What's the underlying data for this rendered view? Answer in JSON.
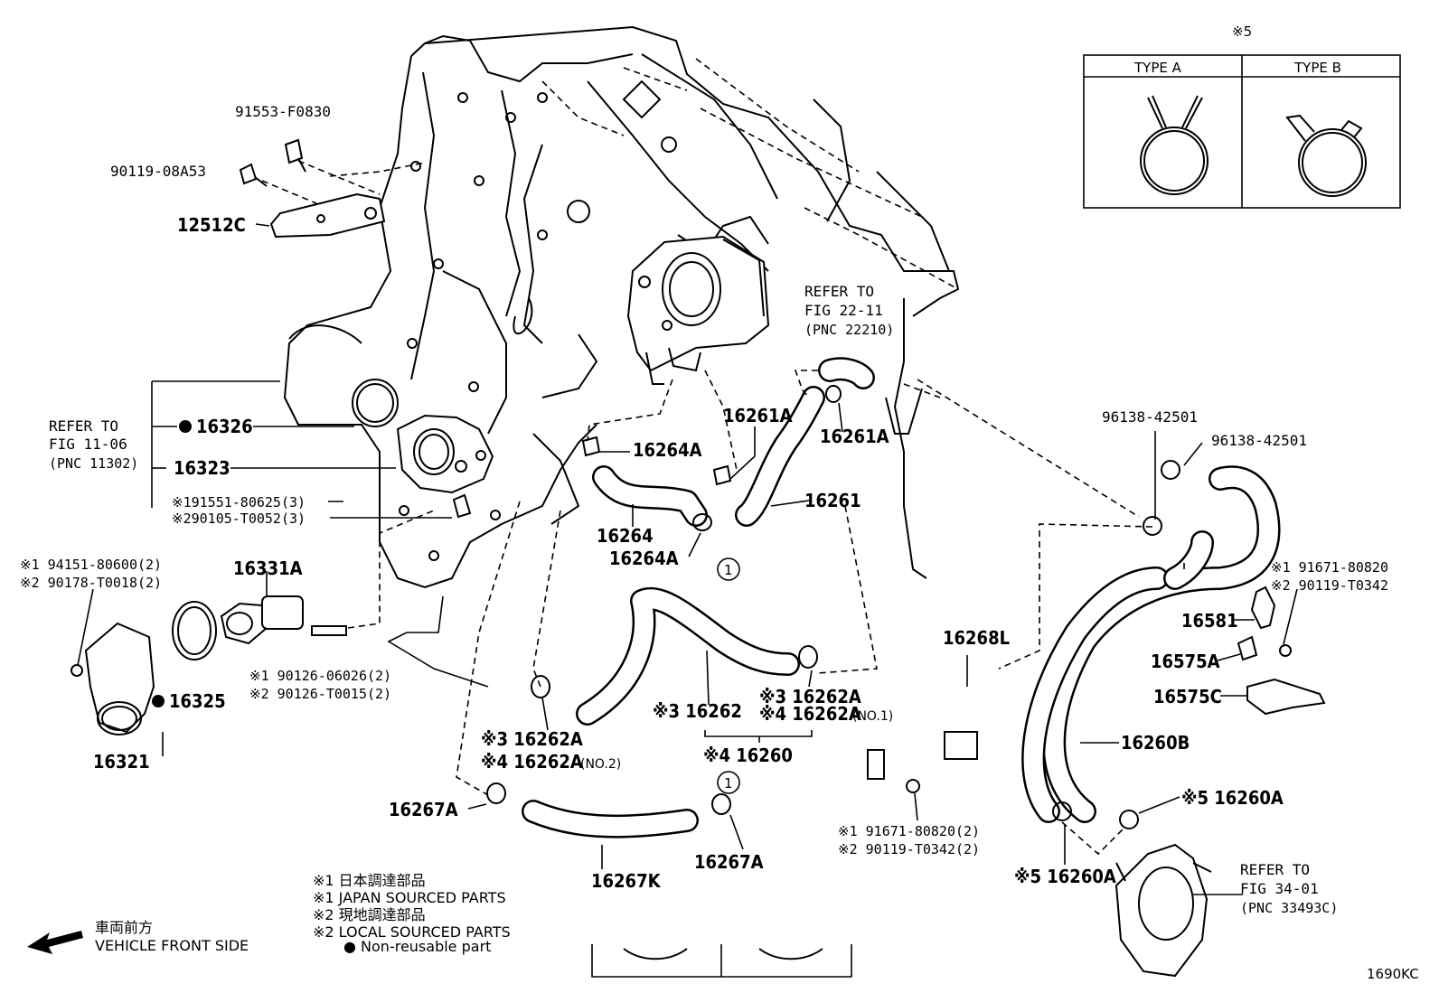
{
  "type_box": {
    "marker": "※5",
    "type_a": "TYPE A",
    "type_b": "TYPE B"
  },
  "refs": {
    "throttle": [
      "REFER TO",
      "FIG 22-11",
      "(PNC 22210)"
    ],
    "timing_cover": [
      "REFER TO",
      "FIG 11-06",
      "(PNC 11302)"
    ],
    "pump": [
      "REFER TO",
      "FIG 34-01",
      "(PNC 33493C)"
    ]
  },
  "labels": {
    "l91553": "91553-F0830",
    "l90119_08a53": "90119-08A53",
    "l12512c": "12512C",
    "l16326": "16326",
    "l16323": "16323",
    "l91551": "※191551-80625(3)",
    "l90105": "※290105-T0052(3)",
    "l94151": "※1 94151-80600(2)",
    "l90178": "※2 90178-T0018(2)",
    "l16331a": "16331A",
    "l90126a": "※1 90126-06026(2)",
    "l90126b": "※2 90126-T0015(2)",
    "l16325": "16325",
    "l16321": "16321",
    "l16264a_1": "16264A",
    "l16264": "16264",
    "l16264a_2": "16264A",
    "l16261a_1": "16261A",
    "l16261a_2": "16261A",
    "l16261": "16261",
    "l16262a_r1": "※3 16262A",
    "l16262a_r2a": "※4 16262A",
    "l16262a_r2b": "(NO.1)",
    "l16262": "※3 16262",
    "l16260": "※4 16260",
    "l16262a_l1": "※3 16262A",
    "l16262a_l2a": "※4 16262A",
    "l16262a_l2b": "(NO.2)",
    "l16267a_1": "16267A",
    "l16267k": "16267K",
    "l16267a_2": "16267A",
    "l16268l": "16268L",
    "l91671_b1": "※1  91671-80820(2)",
    "l91671_b2": "※2  90119-T0342(2)",
    "l96138_1": "96138-42501",
    "l96138_2": "96138-42501",
    "l91671_r1": "※1  91671-80820",
    "l91671_r2": "※2  90119-T0342",
    "l16581": "16581",
    "l16575a": "16575A",
    "l16575c": "16575C",
    "l16260b": "16260B",
    "l16260a_1": "※5 16260A",
    "l16260a_2": "※5 16260A",
    "circle1": "1",
    "circle2": "1",
    "fig_code": "1690KC"
  },
  "legend": {
    "line1": "※1  日本調達部品",
    "line2": "※1  JAPAN SOURCED PARTS",
    "line3": "※2  現地調達部品",
    "line4": "※2  LOCAL SOURCED PARTS",
    "line5": "●  Non-reusable part"
  },
  "front": {
    "jp": "車両前方",
    "en": "VEHICLE FRONT SIDE"
  }
}
